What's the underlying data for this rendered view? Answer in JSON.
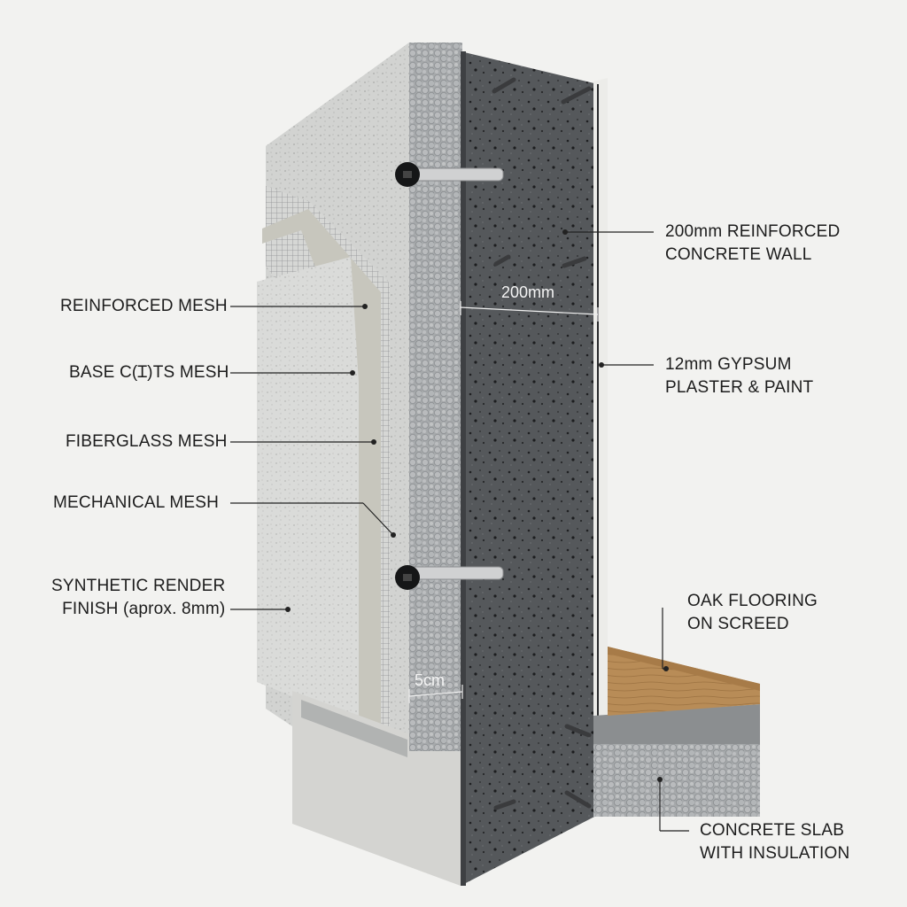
{
  "labels": {
    "reinforced_mesh": "REINFORCED MESH",
    "base_coats_mesh": "BASE C(Ɪ)TS MESH",
    "fiberglass_mesh": "FIBERGLASS MESH",
    "mechanical_mesh": "MECHANICAL MESH",
    "synthetic_render": [
      "SYNTHETIC RENDER",
      "FINISH (aprox. 8mm)"
    ],
    "concrete_wall": [
      "200mm REINFORCED",
      "CONCRETE WALL"
    ],
    "gypsum_plaster": [
      "12mm GYPSUM",
      "PLASTER & PAINT"
    ],
    "oak_flooring": [
      "OAK FLOORING",
      "ON SCREED"
    ],
    "concrete_slab": [
      "CONCRETE SLAB",
      "WITH INSULATION"
    ]
  },
  "dimensions": {
    "wall_thickness": "200mm",
    "insulation_thickness": "5cm"
  },
  "colors": {
    "background": "#f2f2f0",
    "concrete": "#5a5d60",
    "insulation": "#a9acae",
    "render": "#d9d9d6",
    "oak": "#b58a55",
    "plaster": "#ececea",
    "leader": "#222222"
  }
}
